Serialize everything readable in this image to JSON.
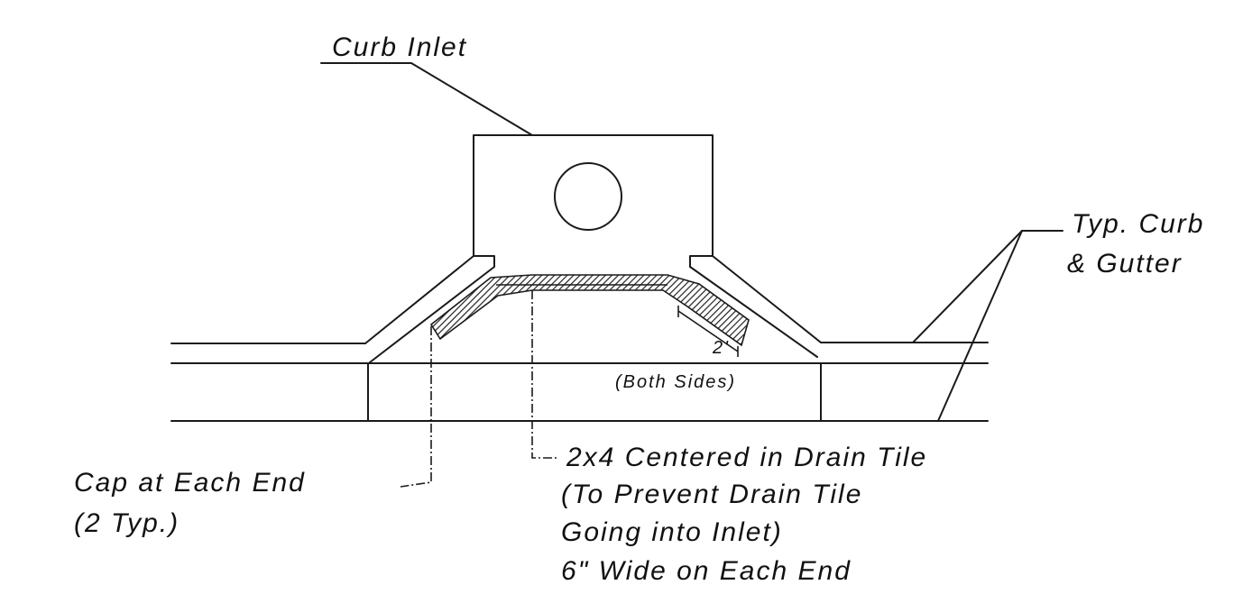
{
  "labels": {
    "curb_inlet": "Curb Inlet",
    "typ_curb_line1": "Typ. Curb",
    "typ_curb_line2": "& Gutter",
    "dim_2": "2'",
    "both_sides": "(Both Sides)",
    "cap_line1": "Cap at Each End",
    "cap_line2": "(2 Typ.)",
    "twoby_line1": "2x4 Centered in Drain Tile",
    "twoby_line2": "(To Prevent Drain Tile",
    "twoby_line3": "Going into Inlet)",
    "twoby_line4": "6\" Wide on Each End"
  },
  "colors": {
    "ink": "#1a1a1a",
    "paper": "#ffffff"
  }
}
